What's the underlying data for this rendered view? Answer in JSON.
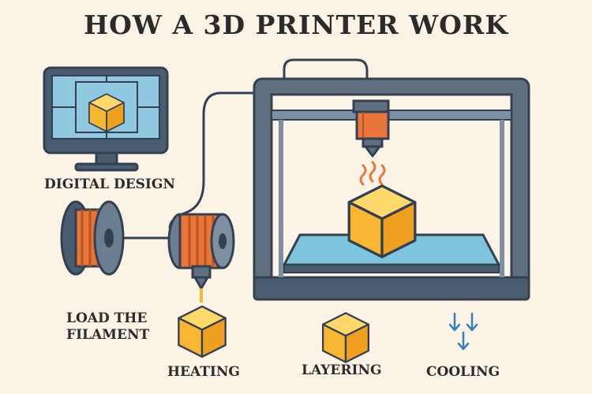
{
  "title": "HOW A 3D PRINTER WORK",
  "steps": {
    "digital_design": "DIGITAL DESIGN",
    "load_line1": "LOAD THE",
    "load_line2": "FILAMENT",
    "heating": "HEATING",
    "layering": "LAYERING",
    "cooling": "COOLING"
  },
  "colors": {
    "background": "#fbf3e6",
    "outline": "#344050",
    "frame": "#5f6f80",
    "screen": "#8fc8e0",
    "cube_top": "#ffd86b",
    "cube_left": "#f7b733",
    "cube_right": "#f0a020",
    "filament": "#e8763a",
    "bed": "#7fc4dd",
    "cooling_arrow": "#3b7fc0"
  },
  "icons": [
    "monitor-icon",
    "spool-icon",
    "extruder-icon",
    "cube-icon",
    "printer-icon",
    "heat-waves-icon",
    "cooling-arrows-icon"
  ]
}
